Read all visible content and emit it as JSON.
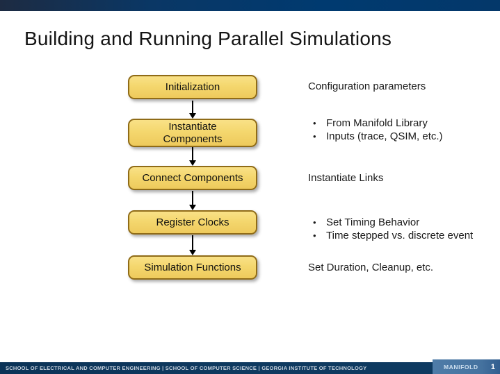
{
  "slide": {
    "title": "Building and Running Parallel Simulations",
    "flowchart": {
      "boxes": [
        {
          "label": "Initialization"
        },
        {
          "label": "Instantiate Components"
        },
        {
          "label": "Connect Components"
        },
        {
          "label": "Register Clocks"
        },
        {
          "label": "Simulation Functions"
        }
      ],
      "box_fill_top": "#f9e187",
      "box_fill_bottom": "#eeca5c",
      "box_border_color": "#8f6b17",
      "arrow_color": "#000000"
    },
    "annotations": [
      {
        "kind": "label",
        "text": "Configuration parameters"
      },
      {
        "kind": "bullets",
        "items": [
          "From Manifold Library",
          "Inputs (trace, QSIM, etc.)"
        ]
      },
      {
        "kind": "label",
        "text": "Instantiate Links"
      },
      {
        "kind": "bullets",
        "items": [
          "Set Timing Behavior",
          "Time stepped vs. discrete event"
        ]
      },
      {
        "kind": "label",
        "text": "Set Duration, Cleanup, etc."
      }
    ],
    "footer": {
      "text": "SCHOOL OF ELECTRICAL AND COMPUTER ENGINEERING | SCHOOL OF COMPUTER SCIENCE | GEORGIA INSTITUTE OF TECHNOLOGY",
      "badge_label": "MANIFOLD",
      "page_number": "1",
      "bar_color": "#0e3a61",
      "badge_color": "#4f7ca8"
    },
    "accent_bar_color": "#0a3765",
    "background_color": "#ffffff"
  }
}
